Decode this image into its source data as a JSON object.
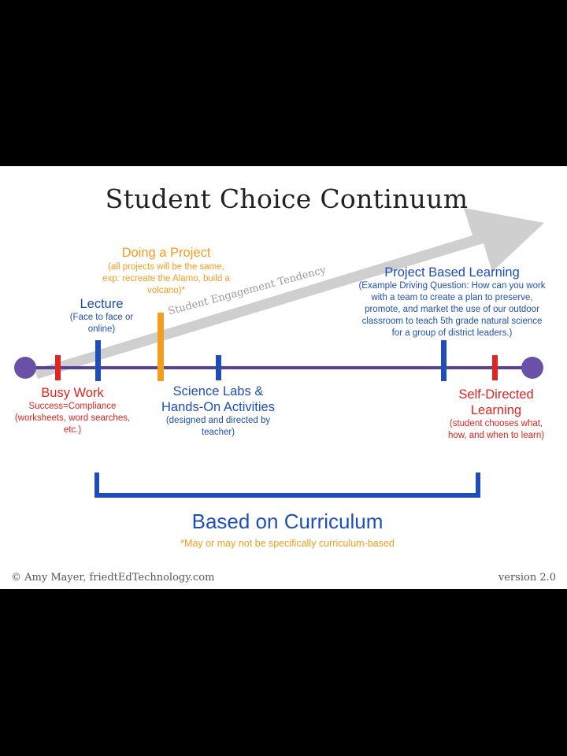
{
  "title": "Student Choice Continuum",
  "tendency_label": "Student Engagement Tendency",
  "items": {
    "doing_project": {
      "head": "Doing a Project",
      "detail": [
        "(all projects will be the same,",
        "exp: recreate the Alamo, build a",
        "volcano)*"
      ]
    },
    "lecture": {
      "head": "Lecture",
      "detail": [
        "(Face to face or",
        "online)"
      ]
    },
    "pbl": {
      "head": "Project Based Learning",
      "detail": [
        "(Example Driving Question: How can you work",
        "with a team to create a plan to preserve,",
        "promote, and market the use of our outdoor",
        "classroom to teach 5th grade natural science",
        "for a group of district leaders.)"
      ]
    },
    "busy_work": {
      "head": "Busy Work",
      "detail": [
        "Success=Compliance",
        "(worksheets, word searches,",
        "etc.)"
      ]
    },
    "science_labs": {
      "head": [
        "Science Labs &",
        "Hands-On Activities"
      ],
      "detail": [
        "(designed and directed by",
        "teacher)"
      ]
    },
    "self_directed": {
      "head": [
        "Self-Directed",
        "Learning"
      ],
      "detail": [
        "(student chooses what,",
        "how, and when to learn)"
      ]
    }
  },
  "bracket": {
    "label": "Based on Curriculum",
    "note": "*May or may not be specifically curriculum-based"
  },
  "footer": {
    "credit": "© Amy Mayer, friedtEdTechnology.com",
    "version": "version 2.0"
  },
  "colors": {
    "line": "#5B3E98",
    "blue": "#1E4FB8",
    "red": "#E02420",
    "orange": "#F39C1E",
    "arrow": "#cfcfcf",
    "endpoint": "#6A50A7"
  }
}
